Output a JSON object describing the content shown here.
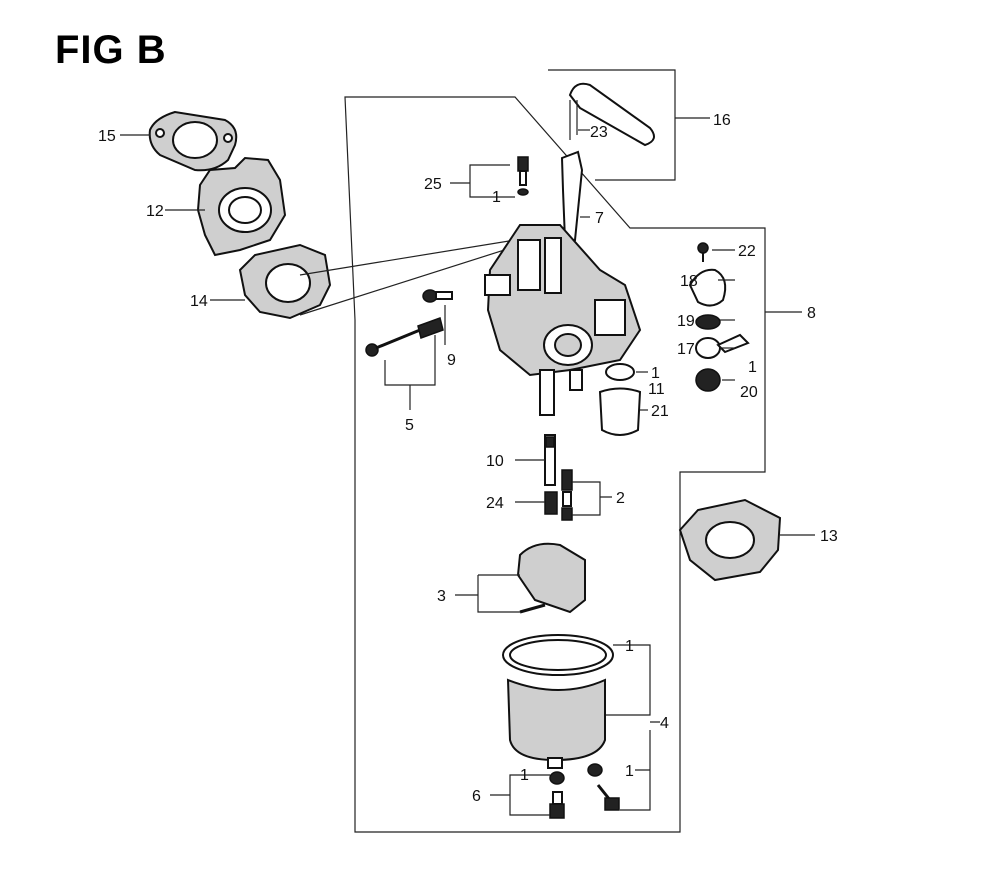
{
  "figure": {
    "title": "FIG B"
  },
  "labels": {
    "l1a": "1",
    "l1b": "1",
    "l1c": "1",
    "l1d": "1",
    "l1e": "1",
    "l1f": "1",
    "l2": "2",
    "l3": "3",
    "l4": "4",
    "l5": "5",
    "l6": "6",
    "l7": "7",
    "l8": "8",
    "l9": "9",
    "l10": "10",
    "l11": "11",
    "l12": "12",
    "l13": "13",
    "l14": "14",
    "l15": "15",
    "l16": "16",
    "l17": "17",
    "l18": "18",
    "l19": "19",
    "l20": "20",
    "l21": "21",
    "l22": "22",
    "l23": "23",
    "l24": "24",
    "l25": "25"
  }
}
